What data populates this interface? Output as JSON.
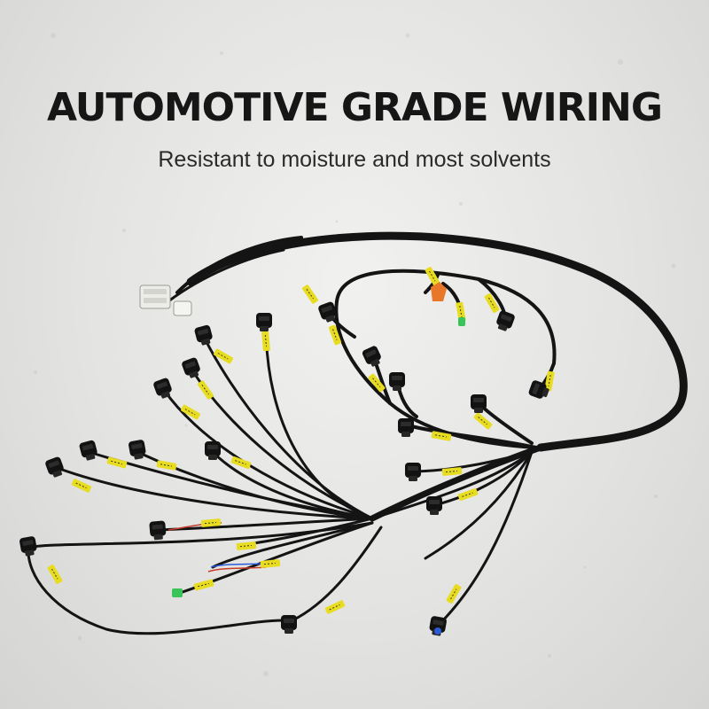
{
  "banner": {
    "title": "AUTOMOTIVE GRADE WIRING",
    "subtitle": "Resistant to moisture and most solvents"
  },
  "photo": {
    "subject": "engine-wiring-harness",
    "colors": {
      "background": "#e3e3e1",
      "sheath": "#141414",
      "label_tape": "#e8dc20",
      "accent_orange": "#e8772a",
      "accent_green": "#39c45a",
      "accent_blue": "#2a5bd8",
      "title_text": "#161616"
    }
  }
}
